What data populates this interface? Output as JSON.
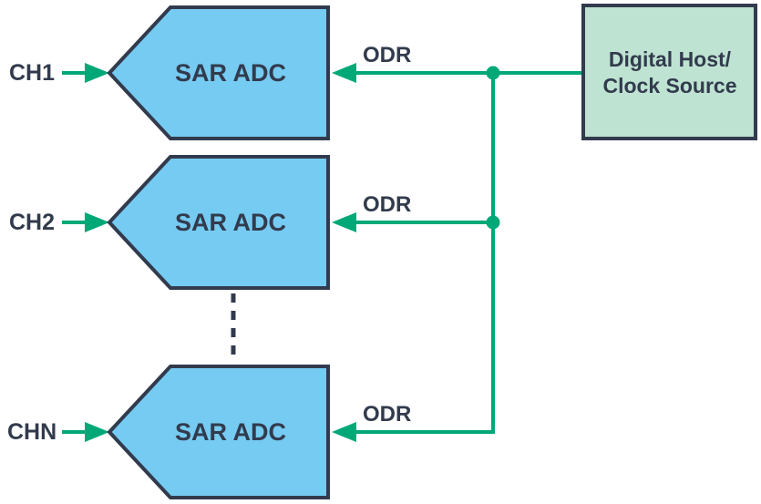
{
  "colors": {
    "blue": "#76CBF2",
    "navy": "#323B4D",
    "green": "#00A878",
    "mint": "#BFE3D2",
    "background": "#FFFFFF"
  },
  "channels": [
    {
      "input_label": "CH1",
      "block_label": "SAR ADC",
      "clock_label": "ODR"
    },
    {
      "input_label": "CH2",
      "block_label": "SAR ADC",
      "clock_label": "ODR"
    },
    {
      "input_label": "CHN",
      "block_label": "SAR ADC",
      "clock_label": "ODR"
    }
  ],
  "host": {
    "line1": "Digital Host/",
    "line2": "Clock Source"
  }
}
